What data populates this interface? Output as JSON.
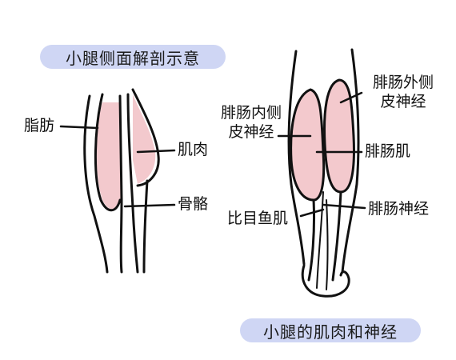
{
  "side_view": {
    "title": "小腿侧面解剖示意",
    "labels": {
      "fat": "脂肪",
      "muscle": "肌肉",
      "bone": "骨骼"
    }
  },
  "back_view": {
    "title": "小腿的肌肉和神经",
    "labels": {
      "medial_nerve_line1": "腓肠内侧",
      "medial_nerve_line2": "皮神经",
      "lateral_nerve_line1": "腓肠外侧",
      "lateral_nerve_line2": "皮神经",
      "gastrocnemius": "腓肠肌",
      "soleus": "比目鱼肌",
      "sural_nerve": "腓肠神经"
    }
  },
  "colors": {
    "muscle_fill": "#f3c9cd",
    "title_bg": "#cfd6f4",
    "outline": "#111111"
  }
}
